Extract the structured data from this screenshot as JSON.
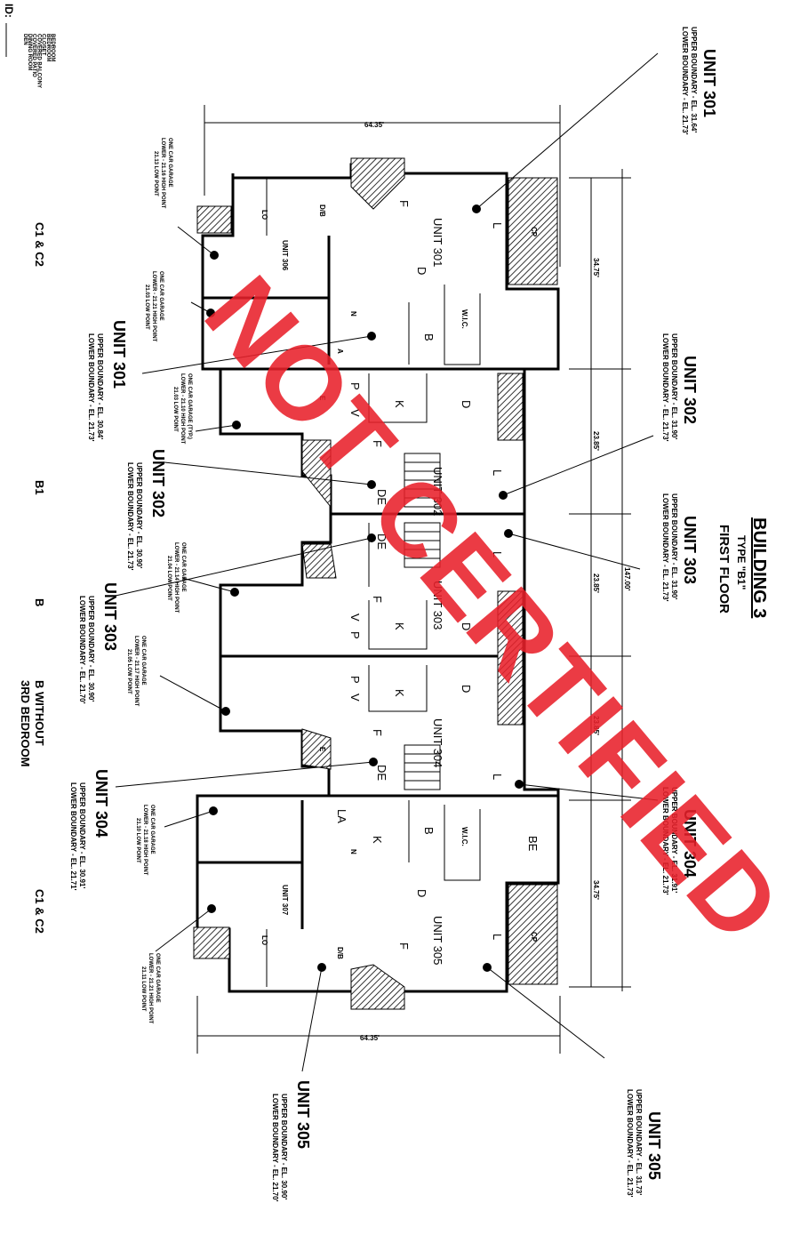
{
  "legend": {
    "title": "ID:",
    "items": [
      "BEDROOM",
      "BEDROOM",
      "CLOSET",
      "COVERED BALCONY",
      "COVERED PATIO",
      "DINING ROOM",
      "DEN"
    ]
  },
  "header": {
    "building": "BUILDING 3",
    "type": "TYPE \"B1\"",
    "floor": "FIRST FLOOR"
  },
  "unit_types": {
    "u301": "C1 & C2",
    "u302": "B1",
    "u303": "B",
    "u304_line1": "B WITHOUT",
    "u304_line2": "3RD BEDROOM",
    "u305": "C1 & C2"
  },
  "callouts": {
    "right": [
      {
        "unit": "UNIT 301",
        "upper": "UPPER BOUNDARY - EL. 31.64'",
        "lower": "LOWER BOUNDARY - EL. 21.73'"
      },
      {
        "unit": "UNIT 302",
        "upper": "UPPER BOUNDARY - EL. 31.90'",
        "lower": "LOWER BOUNDARY - EL. 21.73'"
      },
      {
        "unit": "UNIT 303",
        "upper": "UPPER BOUNDARY - EL. 31.90'",
        "lower": "LOWER BOUNDARY - EL. 21.73'"
      },
      {
        "unit": "UNIT 304",
        "upper": "UPPER BOUNDARY - EL. 31.91'",
        "lower": "LOWER BOUNDARY - EL. 21.73'"
      },
      {
        "unit": "UNIT 305",
        "upper": "UPPER BOUNDARY - EL. 31.73'",
        "lower": "LOWER BOUNDARY - EL. 21.73'"
      }
    ],
    "left": [
      {
        "unit": "UNIT 301",
        "upper": "UPPER BOUNDARY - EL. 30.84'",
        "lower": "LOWER BOUNDARY - EL. 21.73'"
      },
      {
        "unit": "UNIT 302",
        "upper": "UPPER BOUNDARY - EL. 30.90'",
        "lower": "LOWER BOUNDARY - EL. 21.73'"
      },
      {
        "unit": "UNIT 303",
        "upper": "UPPER BOUNDARY - EL. 30.90'",
        "lower": "LOWER BOUNDARY - EL. 21.70'"
      },
      {
        "unit": "UNIT 304",
        "upper": "UPPER BOUNDARY - EL. 30.91'",
        "lower": "LOWER BOUNDARY - EL. 21.71'"
      },
      {
        "unit": "UNIT 305",
        "upper": "UPPER BOUNDARY - EL. 30.90'",
        "lower": "LOWER BOUNDARY - EL. 21.70'"
      }
    ]
  },
  "garages": [
    {
      "l1": "ONE CAR GARAGE",
      "l2": "LOWER - 21.16 HIGH POINT",
      "l3": "21.13 LOW POINT"
    },
    {
      "l1": "ONE CAR GARAGE",
      "l2": "LOWER - 21.21 HIGH POINT",
      "l3": "21.03 LOW POINT"
    },
    {
      "l1": "ONE CAR GARAGE (TYP.)",
      "l2": "LOWER - 21.10 HIGH POINT",
      "l3": "21.03 LOW POINT"
    },
    {
      "l1": "ONE CAR GARAGE",
      "l2": "LOWER - 21.14 HIGH POINT",
      "l3": "21.04 LOW POINT"
    },
    {
      "l1": "ONE CAR GARAGE",
      "l2": "LOWER - 21.17 HIGH POINT",
      "l3": "21.05 LOW POINT"
    },
    {
      "l1": "ONE CAR GARAGE",
      "l2": "LOWER - 21.18 HIGH POINT",
      "l3": "21.10 LOW POINT"
    },
    {
      "l1": "ONE CAR GARAGE",
      "l2": "LOWER - 21.21 HIGH POINT",
      "l3": "21.11 LOW POINT"
    }
  ],
  "units": [
    "UNIT 301",
    "UNIT 302",
    "UNIT 303",
    "UNIT 304",
    "UNIT 305",
    "UNIT 306",
    "UNIT 307"
  ],
  "overall_dims": {
    "width_top": "64.35'",
    "width_bottom": "64.35'",
    "total_depth": "147.00'",
    "d1": "34.75'",
    "d2": "23.85'",
    "d3": "23.85'",
    "d4": "23.85'",
    "d5": "34.75'"
  },
  "rooms": {
    "living": "L",
    "dining": "D",
    "kitchen": "K",
    "porch": "P",
    "vestibule": "V",
    "foyer": "F",
    "den": "DE",
    "bath": "B",
    "walkin": "W.I.C.",
    "laundry": "LA",
    "bed": "BE",
    "entry": "E",
    "cp": "CP",
    "db": "D/B",
    "lo": "LO",
    "n": "N",
    "a": "A"
  },
  "watermark": "NOT CERTIFIED"
}
